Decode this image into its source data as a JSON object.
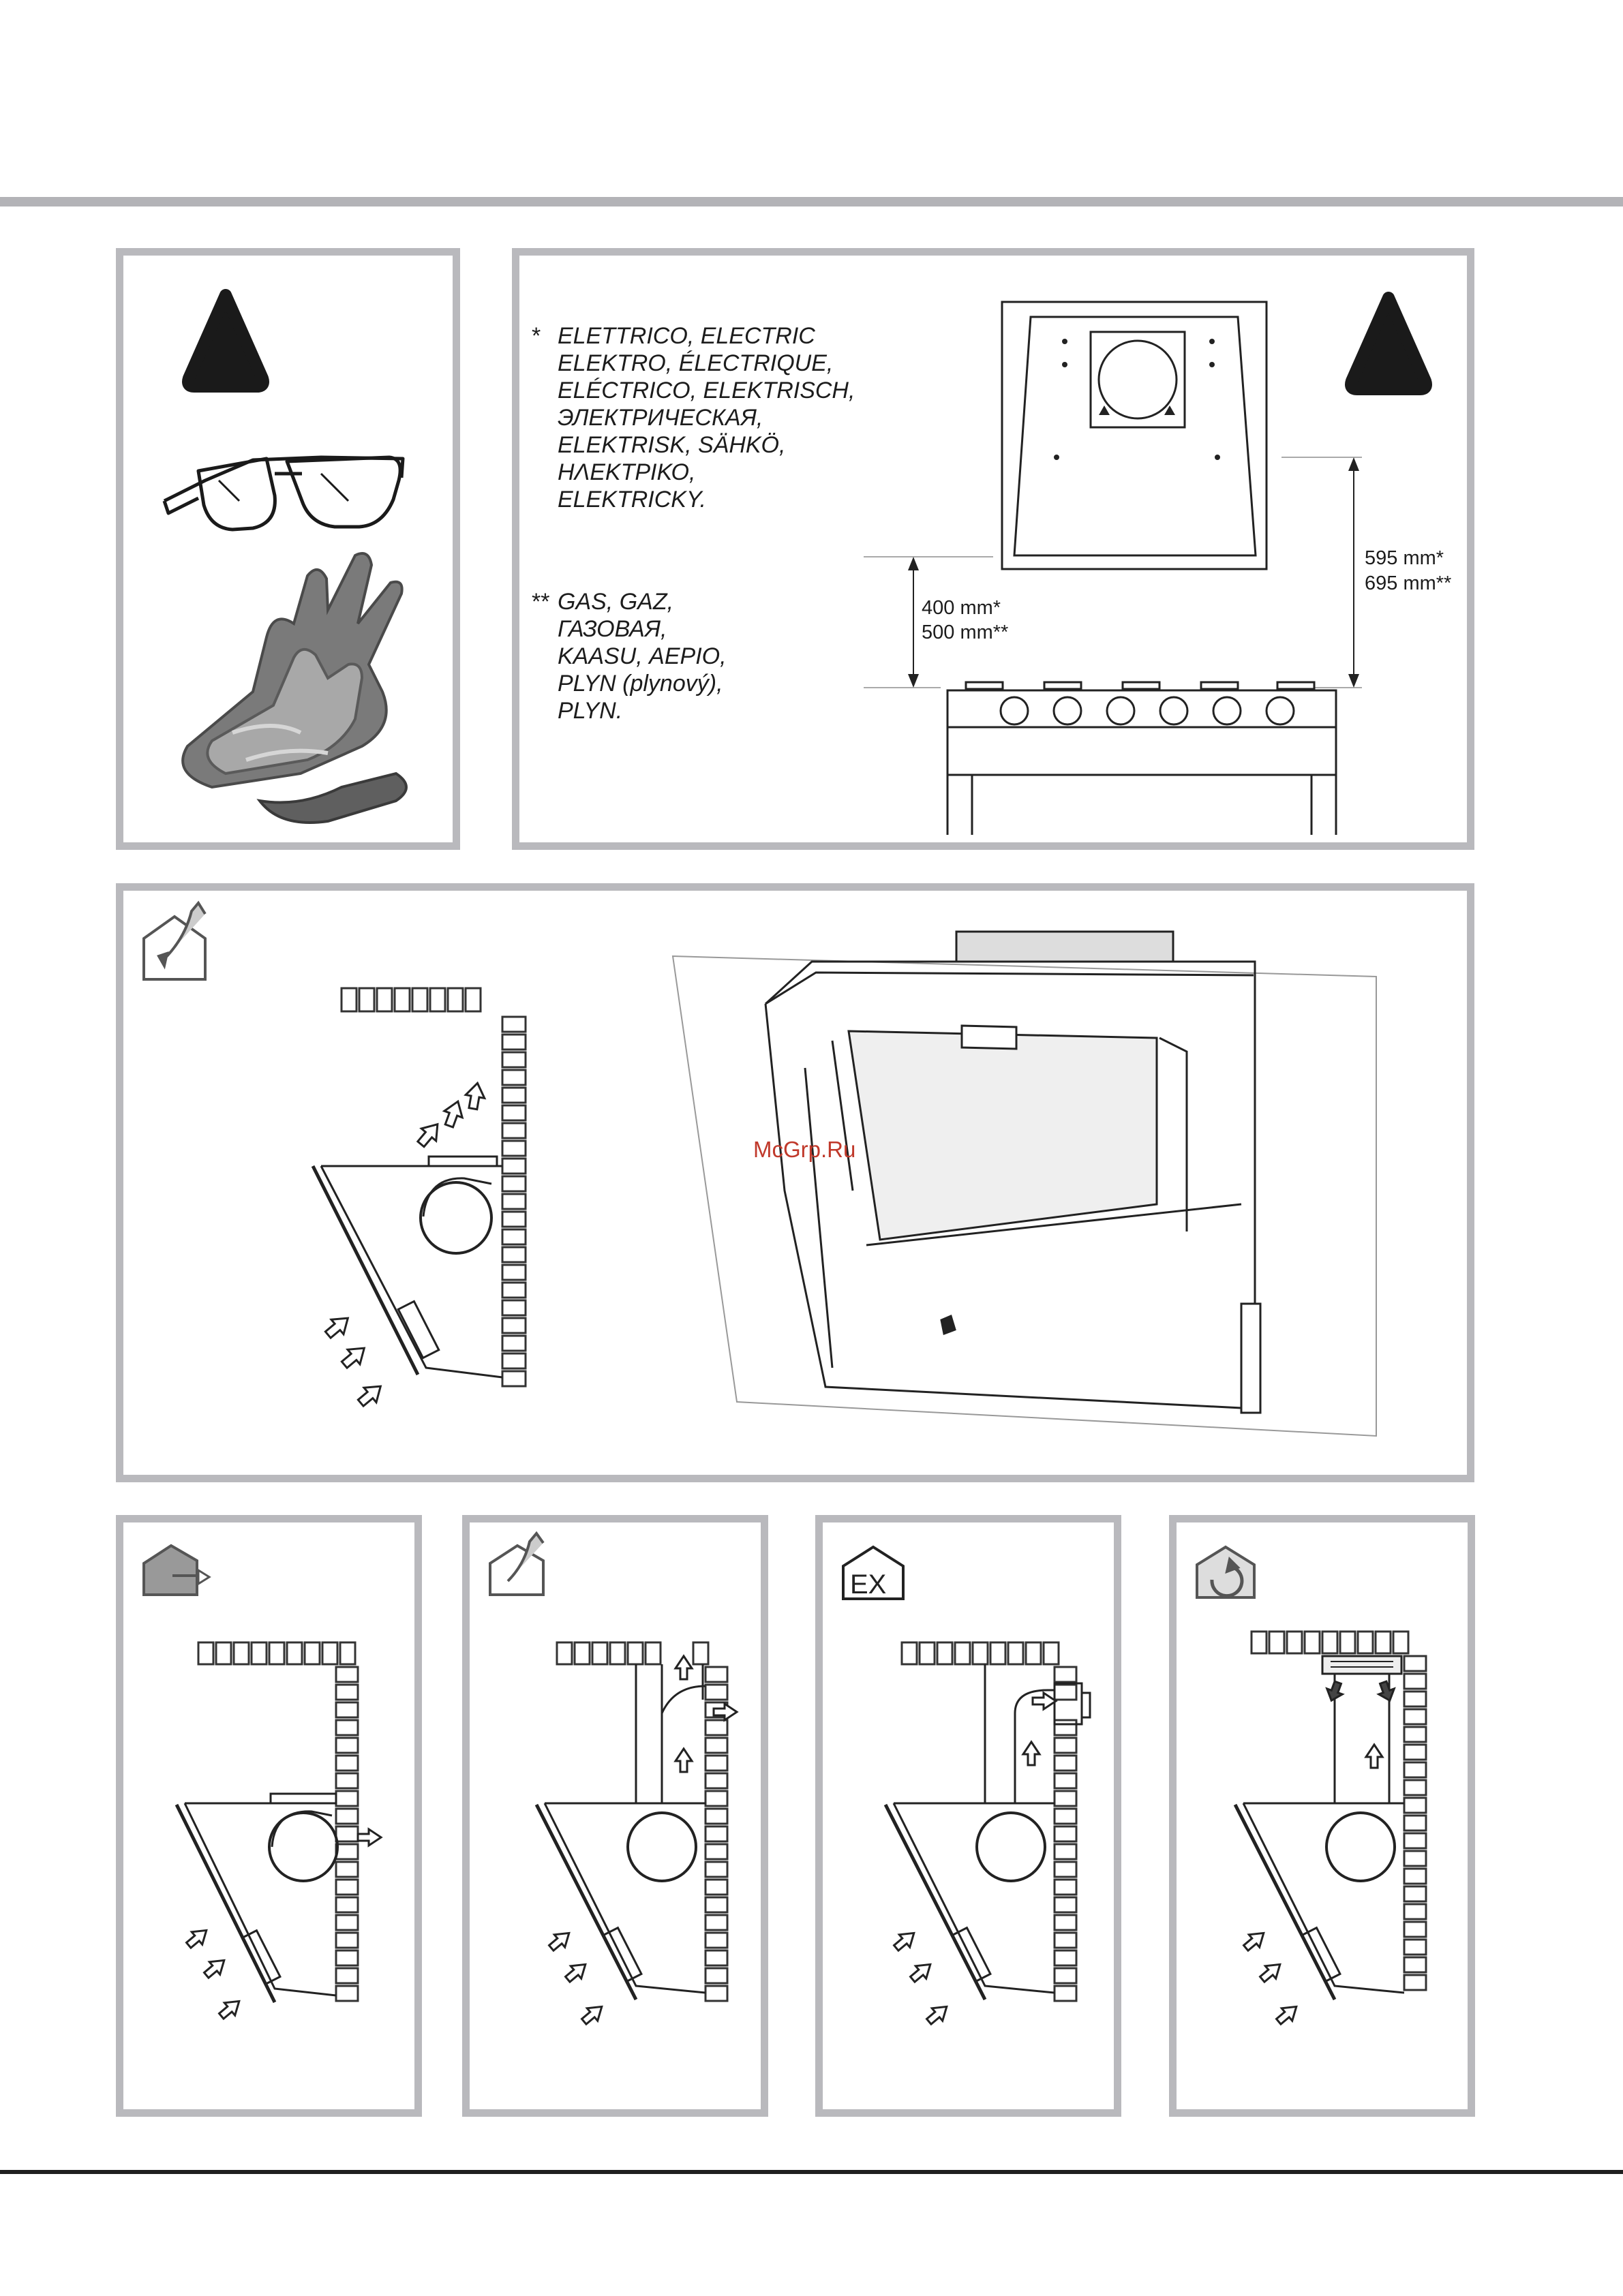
{
  "legend_electric": {
    "marker": "*",
    "lines": [
      "ELETTRICO, ELECTRIC",
      "ELEKTRO, ÉLECTRIQUE,",
      "ELÉCTRICO, ELEKTRISCH,",
      "ЭЛЕКТРИЧЕСКАЯ,",
      "ELEKTRISK, SÄHKÖ,",
      "ΗΛΕΚΤΡΙΚΟ,",
      "ELEKTRICKY."
    ]
  },
  "legend_gas": {
    "marker": "**",
    "lines": [
      "GAS, GAZ,",
      "ГАЗОВАЯ,",
      "KAASU, ΑΕΡΙΟ,",
      "PLYN (plynový),",
      "PLYN."
    ]
  },
  "dimensions": {
    "left_electric": "400 mm*",
    "left_gas": "500 mm**",
    "right_electric": "595 mm*",
    "right_gas": "695 mm**"
  },
  "watermark": "McGrp.Ru",
  "mode_labels": {
    "exhaust": "EX"
  },
  "colors": {
    "frame": "#b9b9bd",
    "ink": "#1c1c1c",
    "watermark": "#c0392b"
  },
  "icons": [
    "warning-triangle-icon",
    "safety-glasses-icon",
    "gloves-icon",
    "ducting-mode-icon",
    "wall-exhaust-icon",
    "exhaust-box-icon",
    "recirculation-icon"
  ]
}
